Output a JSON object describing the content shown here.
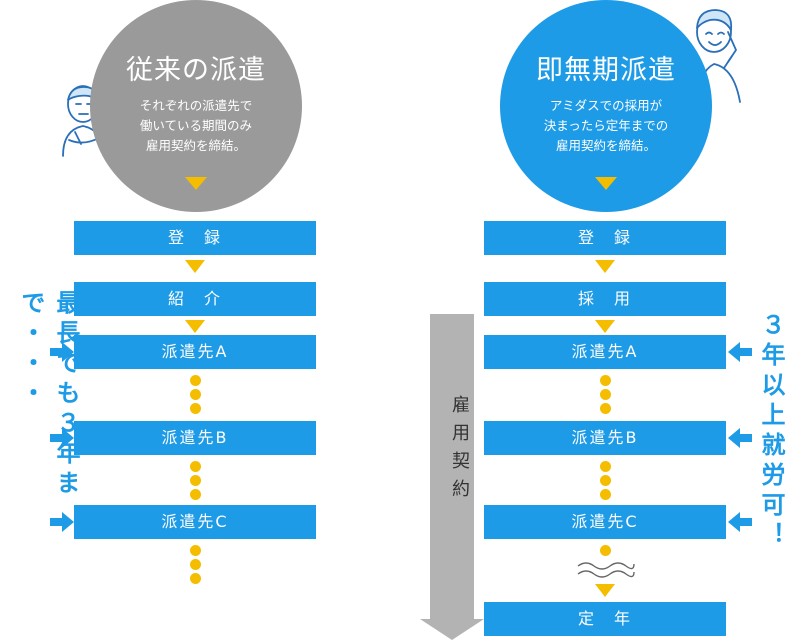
{
  "left": {
    "title": "従来の派遣",
    "desc_lines": [
      "それぞれの派遣先で",
      "働いている期間のみ",
      "雇用契約を締結。"
    ],
    "steps": [
      "登　録",
      "紹　介",
      "派遣先A",
      "派遣先B",
      "派遣先C"
    ],
    "side_text": "最長でも３年まで・・・"
  },
  "right": {
    "title": "即無期派遣",
    "desc_lines": [
      "アミダスでの採用が",
      "決まったら定年までの",
      "雇用契約を締結。"
    ],
    "steps": [
      "登　録",
      "採　用",
      "派遣先A",
      "派遣先B",
      "派遣先C",
      "定　年"
    ],
    "side_text": "３年以上就労可！",
    "contract_label": "雇用契約"
  },
  "colors": {
    "blue": "#1e9be6",
    "gray": "#9a9a9a",
    "yellow": "#f5bd00",
    "arrow_gray": "#b3b3b3"
  }
}
